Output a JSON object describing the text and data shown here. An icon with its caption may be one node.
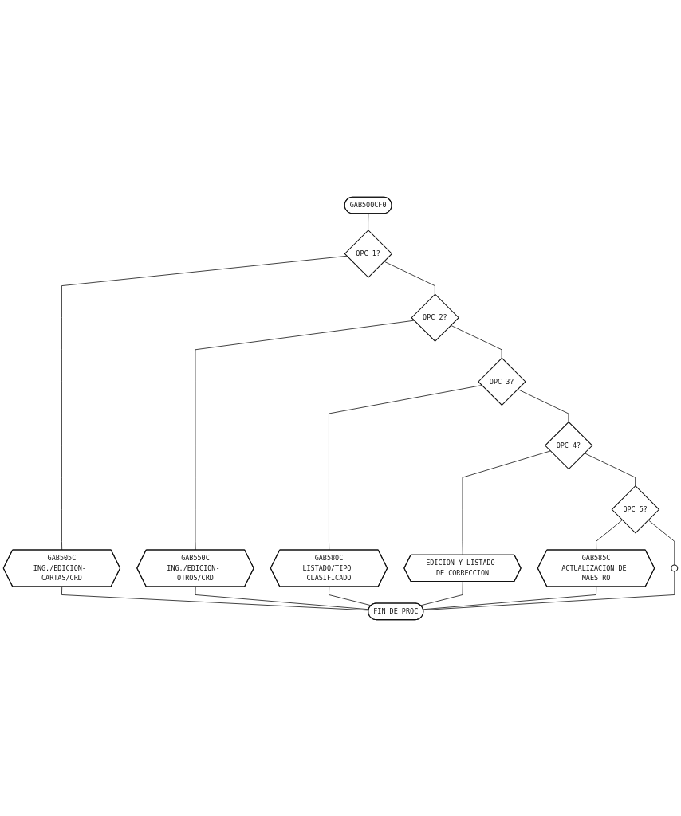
{
  "diagram": {
    "nodes": [
      {
        "text": [
          "GAB500CF0"
        ]
      },
      {
        "text": [
          "OPC 1?"
        ]
      },
      {
        "text": [
          "GAB505C",
          "ING./EDICION- CARTAS/CRD"
        ]
      },
      {
        "text": [
          "OPC 2?"
        ]
      },
      {
        "text": [
          "GAB550C",
          "ING./EDICION- OTROS/CRD"
        ]
      },
      {
        "text": [
          "OPC 3?"
        ]
      },
      {
        "text": [
          "GAB580C",
          "LISTADO/TIPO CLASIFICADO"
        ]
      },
      {
        "text": [
          "OPC 4?"
        ]
      },
      {
        "text": [
          "EDICION Y LISTADO DE CORRECCION"
        ]
      },
      {
        "text": [
          "OPC 5?"
        ]
      },
      {
        "text": [
          "GAB585C",
          "ACTUALIZACION DE MAESTRO"
        ]
      },
      {
        "text": [],
        "shape": "circle"
      },
      {
        "text": [
          "FIN DE PROC"
        ]
      }
    ],
    "edges": [
      {
        "from": 0,
        "to": 1,
        "arrow": "none"
      },
      {
        "from": 1,
        "to": 2,
        "arrow": "none"
      },
      {
        "from": 1,
        "to": 3,
        "arrow": "none"
      },
      {
        "from": 3,
        "to": 4,
        "arrow": "none"
      },
      {
        "from": 3,
        "to": 5,
        "arrow": "none"
      },
      {
        "from": 5,
        "to": 6,
        "arrow": "none"
      },
      {
        "from": 5,
        "to": 7,
        "arrow": "none"
      },
      {
        "from": 7,
        "to": 8,
        "arrow": "none"
      },
      {
        "from": 7,
        "to": 9,
        "arrow": "none"
      },
      {
        "from": 9,
        "to": 10,
        "arrow": "none"
      },
      {
        "from": 9,
        "to": 11,
        "arrow": "none"
      },
      {
        "from": 11,
        "to": 12,
        "arrow": "none"
      },
      {
        "from": 2,
        "to": 12,
        "arrow": "none"
      },
      {
        "from": 4,
        "to": 12,
        "arrow": "none"
      },
      {
        "from": 6,
        "to": 12,
        "arrow": "none"
      },
      {
        "from": 8,
        "to": 12,
        "arrow": "none"
      },
      {
        "from": 10,
        "to": 12,
        "arrow": "none"
      }
    ]
  }
}
